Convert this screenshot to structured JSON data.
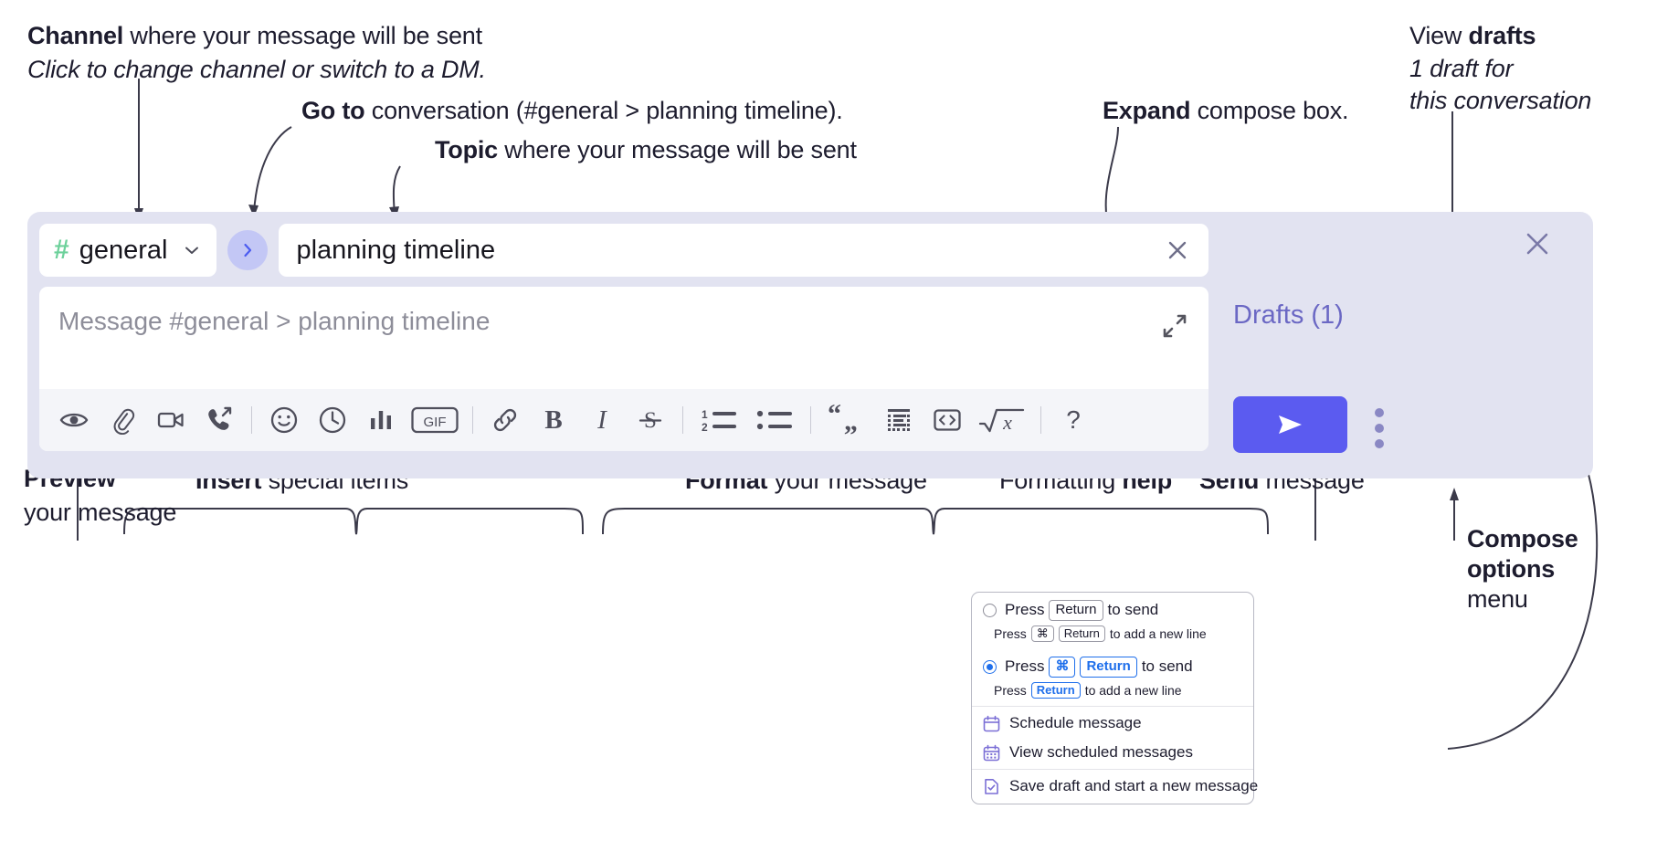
{
  "annotations": {
    "channel": {
      "bold": "Channel",
      "rest": " where your message will be sent",
      "sub": "Click to change channel or switch to a DM."
    },
    "goto": {
      "bold": "Go to",
      "rest": " conversation (#general > planning timeline)."
    },
    "topic": {
      "bold": "Topic",
      "rest": " where your message will be sent"
    },
    "expand": {
      "bold": "Expand",
      "rest": " compose box."
    },
    "drafts": {
      "line1_plain": "View ",
      "line1_bold": "drafts",
      "line2": "1 draft for",
      "line3": "this conversation"
    },
    "preview": {
      "bold": "Preview",
      "line2": "your message"
    },
    "insert": {
      "bold": "Insert",
      "rest": " special items"
    },
    "format": {
      "bold": "Format",
      "rest": " your message"
    },
    "formatting_help": {
      "plain": "Formatting ",
      "bold": "help"
    },
    "send": {
      "bold": "Send",
      "rest": " message"
    },
    "compose_options": {
      "line1": "Compose",
      "line2": "options",
      "line3": "menu"
    }
  },
  "compose": {
    "channel_name": "general",
    "hash_icon": "hash-icon",
    "chevron_icon": "chevron-down-icon",
    "goto_icon": "chevron-right-icon",
    "topic_value": "planning timeline",
    "topic_clear_icon": "close-icon",
    "message_placeholder": "Message #general > planning timeline",
    "expand_icon": "expand-icon",
    "close_icon": "close-icon",
    "drafts_label": "Drafts (1)",
    "send_icon": "send-paper-plane-icon",
    "kebab_icon": "more-vertical-icon",
    "toolbar_left": [
      {
        "name": "preview-icon",
        "label": "Preview"
      },
      {
        "name": "attachment-icon",
        "label": "Attach file"
      },
      {
        "name": "video-camera-icon",
        "label": "Record video clip"
      },
      {
        "name": "phone-arrow-icon",
        "label": "Huddle"
      },
      {
        "name": "emoji-icon",
        "label": "Emoji"
      },
      {
        "name": "clock-icon",
        "label": "Reminder"
      },
      {
        "name": "bar-chart-icon",
        "label": "Poll"
      },
      {
        "name": "gif-icon",
        "label": "GIF"
      }
    ],
    "toolbar_right": [
      {
        "name": "link-icon",
        "label": "Link"
      },
      {
        "name": "bold-icon",
        "label": "B"
      },
      {
        "name": "italic-icon",
        "label": "I"
      },
      {
        "name": "strikethrough-icon",
        "label": "S"
      },
      {
        "name": "ordered-list-icon",
        "label": "Ordered list"
      },
      {
        "name": "bulleted-list-icon",
        "label": "Bulleted list"
      },
      {
        "name": "blockquote-icon",
        "label": "Blockquote"
      },
      {
        "name": "code-block-icon",
        "label": "Code block"
      },
      {
        "name": "inline-code-icon",
        "label": "Code"
      },
      {
        "name": "latex-icon",
        "label": "Math"
      },
      {
        "name": "help-icon",
        "label": "?"
      }
    ]
  },
  "menu": {
    "options": [
      {
        "selected": false,
        "main_pre": "Press",
        "main_key": "Return",
        "main_post": "to send",
        "sub_pre": "Press",
        "sub_key1": "⌘",
        "sub_key2": "Return",
        "sub_post": "to add a new line"
      },
      {
        "selected": true,
        "main_pre": "Press",
        "main_key1": "⌘",
        "main_key2": "Return",
        "main_post": "to send",
        "sub_pre": "Press",
        "sub_key": "Return",
        "sub_post": "to add a new line"
      }
    ],
    "items": [
      {
        "icon": "calendar-icon",
        "label": "Schedule message"
      },
      {
        "icon": "calendar-grid-icon",
        "label": "View scheduled messages"
      },
      {
        "icon": "save-draft-icon",
        "label": "Save draft and start a new message"
      }
    ]
  },
  "colors": {
    "card_bg": "#e2e3f1",
    "accent_send": "#5b5bf0",
    "hash_green": "#6dd19b",
    "drafts_purple": "#6b68c4",
    "goto_bubble": "#c3c7f5",
    "key_blue": "#1f6feb",
    "menu_icon_purple": "#7b6fd6"
  }
}
